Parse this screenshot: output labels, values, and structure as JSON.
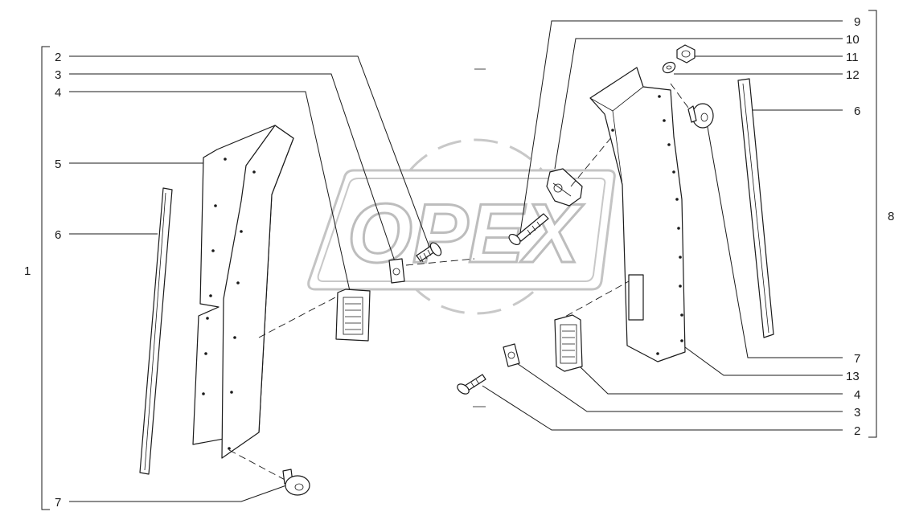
{
  "watermark": {
    "text": "OPEX"
  },
  "groups": [
    {
      "id": "left-group",
      "number": "1"
    },
    {
      "id": "right-group",
      "number": "8"
    }
  ],
  "callouts": {
    "left": [
      {
        "id": "l2",
        "number": "2",
        "part": "screw"
      },
      {
        "id": "l3",
        "number": "3",
        "part": "clip-nut"
      },
      {
        "id": "l4",
        "number": "4",
        "part": "air-vent-grille"
      },
      {
        "id": "l5",
        "number": "5",
        "part": "pillar-trim-panel"
      },
      {
        "id": "l6",
        "number": "6",
        "part": "seal-strip"
      },
      {
        "id": "l7",
        "number": "7",
        "part": "push-clip"
      }
    ],
    "right": [
      {
        "id": "r9",
        "number": "9",
        "part": "screw"
      },
      {
        "id": "r10",
        "number": "10",
        "part": "mounting-bracket"
      },
      {
        "id": "r11",
        "number": "11",
        "part": "nut"
      },
      {
        "id": "r12",
        "number": "12",
        "part": "washer"
      },
      {
        "id": "r6",
        "number": "6",
        "part": "seal-strip"
      },
      {
        "id": "r7",
        "number": "7",
        "part": "push-clip"
      },
      {
        "id": "r13",
        "number": "13",
        "part": "pillar-trim-panel"
      },
      {
        "id": "r4",
        "number": "4",
        "part": "air-vent-grille"
      },
      {
        "id": "r3",
        "number": "3",
        "part": "clip-nut"
      },
      {
        "id": "r2",
        "number": "2",
        "part": "screw"
      }
    ]
  }
}
